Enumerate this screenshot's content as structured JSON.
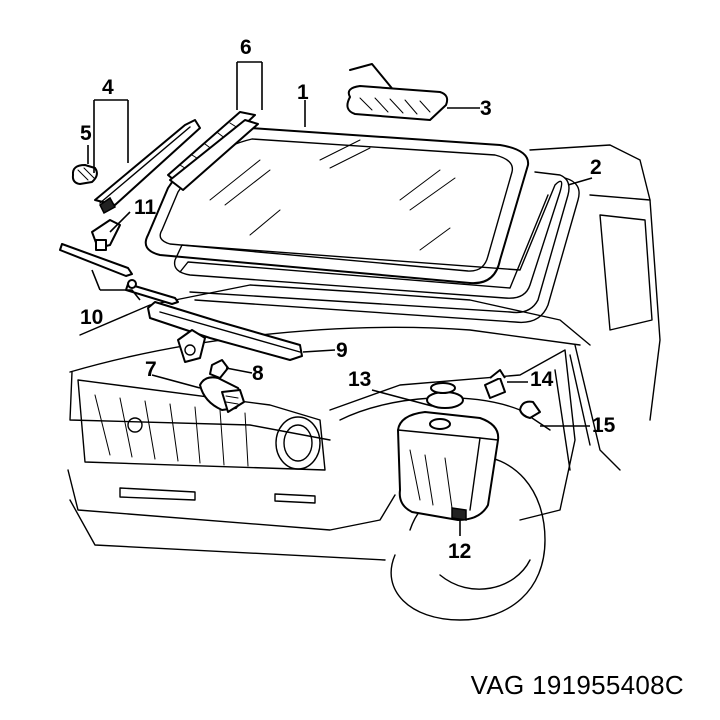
{
  "callouts": {
    "c1": "1",
    "c2": "2",
    "c3": "3",
    "c4": "4",
    "c5": "5",
    "c6": "6",
    "c7": "7",
    "c8": "8",
    "c9": "9",
    "c10": "10",
    "c11": "11",
    "c12": "12",
    "c13": "13",
    "c14": "14",
    "c15": "15"
  },
  "caption": "VAG 191955408C"
}
